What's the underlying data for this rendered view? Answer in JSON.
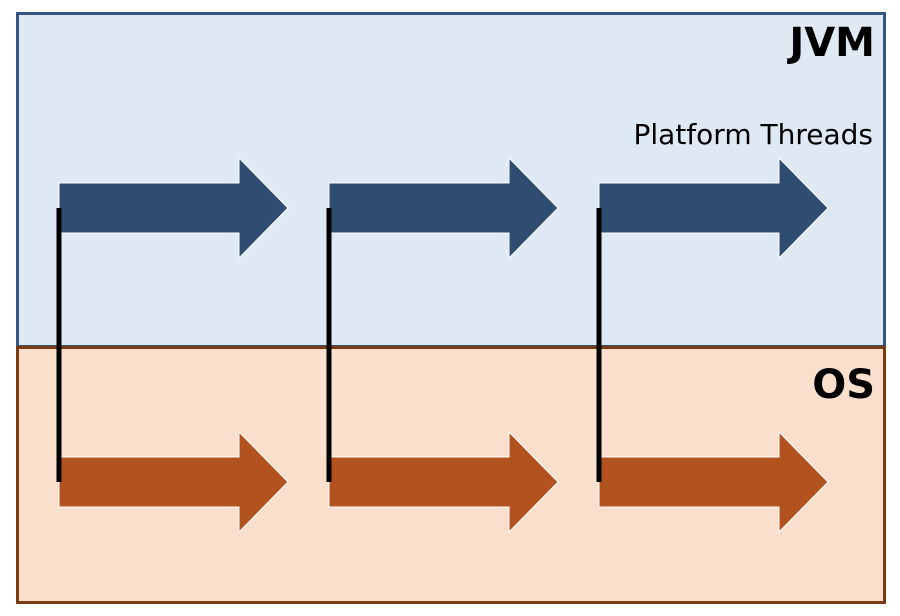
{
  "jvm": {
    "title": "JVM",
    "label": "Platform Threads",
    "arrow_color": "#2e4d71"
  },
  "os": {
    "title": "OS",
    "arrow_color": "#b2521f"
  },
  "connector_color": "#000000",
  "thread_count": 3
}
